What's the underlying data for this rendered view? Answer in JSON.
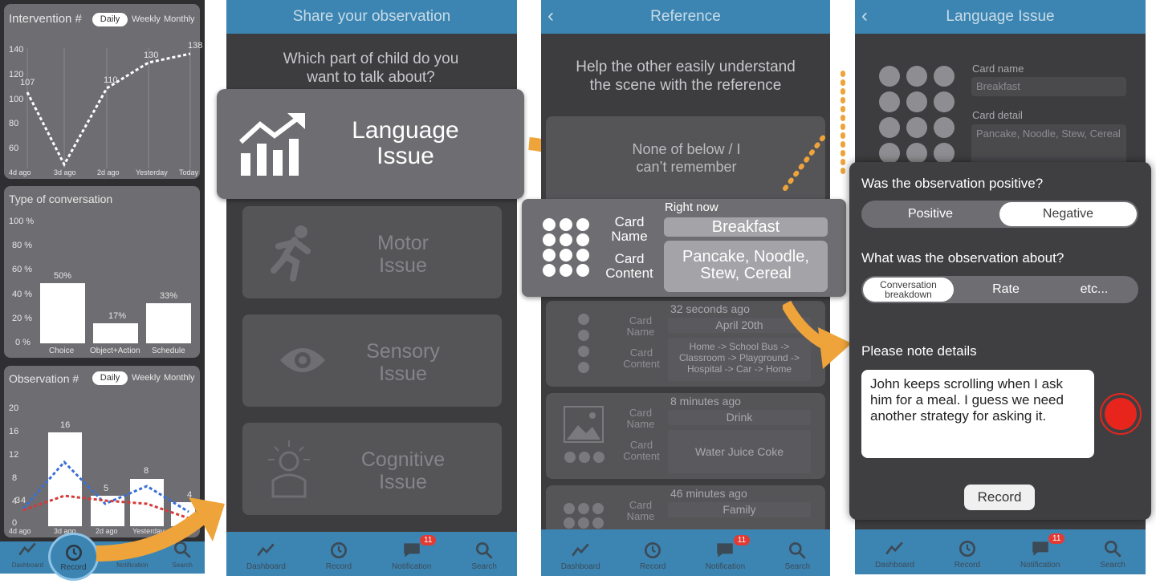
{
  "dashboard": {
    "intervention": {
      "title": "Intervention #",
      "toggle": [
        "Daily",
        "Weekly",
        "Monthly"
      ],
      "yticks": [
        "140",
        "120",
        "100",
        "80",
        "60"
      ],
      "xticks": [
        "4d ago",
        "3d ago",
        "2d ago",
        "Yesterday",
        "Today"
      ],
      "labels": [
        "107",
        "110",
        "130",
        "138"
      ]
    },
    "conversation": {
      "title": "Type of conversation",
      "yticks": [
        "100 %",
        "80 %",
        "60 %",
        "40 %",
        "20 %",
        "0 %"
      ],
      "bars": [
        {
          "label": "Choice",
          "value": "50%"
        },
        {
          "label": "Object+Action",
          "value": "17%"
        },
        {
          "label": "Schedule",
          "value": "33%"
        }
      ]
    },
    "observation": {
      "title": "Observation #",
      "toggle": [
        "Daily",
        "Weekly",
        "Monthly"
      ],
      "yticks": [
        "20",
        "16",
        "12",
        "8",
        "4",
        "0"
      ],
      "xticks": [
        "4d ago",
        "3d ago",
        "2d ago",
        "Yesterday"
      ],
      "labels": [
        "16",
        "5",
        "8",
        "4",
        "3",
        "4"
      ]
    },
    "tabs": [
      "Dashboard",
      "Record",
      "Notification",
      "Search"
    ]
  },
  "screen2": {
    "header": "Share your observation",
    "question": "Which part of child do you want to talk about?",
    "options": [
      "Language Issue",
      "Motor Issue",
      "Sensory Issue",
      "Cognitive Issue"
    ],
    "tabs": [
      "Dashboard",
      "Record",
      "Notification",
      "Search"
    ],
    "badge": "11"
  },
  "screen3": {
    "header": "Reference",
    "prompt": "Help the other easily understand the scene with the reference",
    "none_option": "None of below / I can’t remember",
    "current": {
      "time": "Right now",
      "name_label": "Card Name",
      "content_label": "Card Content",
      "name": "Breakfast",
      "content": "Pancake, Noodle, Stew, Cereal"
    },
    "history": [
      {
        "time": "32 seconds ago",
        "name": "April 20th",
        "content": "Home -> School Bus -> Classroom -> Playground -> Hospital -> Car -> Home"
      },
      {
        "time": "8 minutes ago",
        "name": "Drink",
        "content": "Water  Juice  Coke"
      },
      {
        "time": "46 minutes ago",
        "name": "Family",
        "content": ""
      }
    ],
    "card_name_label": "Card Name",
    "card_content_label": "Card Content",
    "tabs": [
      "Dashboard",
      "Record",
      "Notification",
      "Search"
    ],
    "badge": "11"
  },
  "screen4": {
    "header": "Language Issue",
    "card_name_label": "Card name",
    "card_name_value": "Breakfast",
    "card_detail_label": "Card detail",
    "card_detail_value": "Pancake, Noodle, Stew, Cereal",
    "q1": "Was the observation positive?",
    "q1_options": [
      "Positive",
      "Negative"
    ],
    "q2": "What was the observation about?",
    "q2_options": [
      "Conversation breakdown",
      "Rate",
      "etc..."
    ],
    "q3": "Please note details",
    "note": "John keeps scrolling when I ask him for a meal. I guess we need another strategy for asking it.",
    "record_button": "Record",
    "tabs": [
      "Dashboard",
      "Record",
      "Notification",
      "Search"
    ],
    "badge": "11"
  },
  "colors": {
    "blue_bar": "#3c85b3",
    "panel": "#3d3d3f",
    "card": "#6e6e72",
    "arrow": "#eea43a",
    "record_red": "#e8251c"
  }
}
